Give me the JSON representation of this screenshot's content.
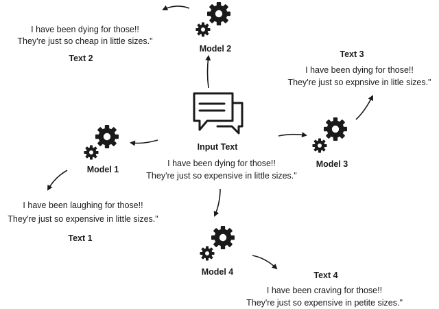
{
  "input": {
    "label": "Input Text",
    "line1": "I have been dying for those!!",
    "line2": "They're just so expensive in little sizes.\""
  },
  "models": {
    "model1": "Model 1",
    "model2": "Model  2",
    "model3": "Model 3",
    "model4": "Model 4"
  },
  "outputs": {
    "text1": {
      "label": "Text 1",
      "line1": "I have been laughing for those!!",
      "line2": "They're just so expensive in little sizes.\""
    },
    "text2": {
      "label": "Text 2",
      "line1": "I have been dying for those!!",
      "line2": "They're just so cheap in little sizes.\""
    },
    "text3": {
      "label": "Text 3",
      "line1": "I have been dying for those!!",
      "line2": "They're just so expnsive in litle sizes.\""
    },
    "text4": {
      "label": "Text 4",
      "line1": "I have been craving for those!!",
      "line2": "They're just so expensive in petite sizes.\""
    }
  },
  "icons": {
    "chat": "chat-bubbles-icon",
    "gears": "gears-icon"
  },
  "colors": {
    "ink": "#1a1a1a",
    "background": "#ffffff"
  }
}
